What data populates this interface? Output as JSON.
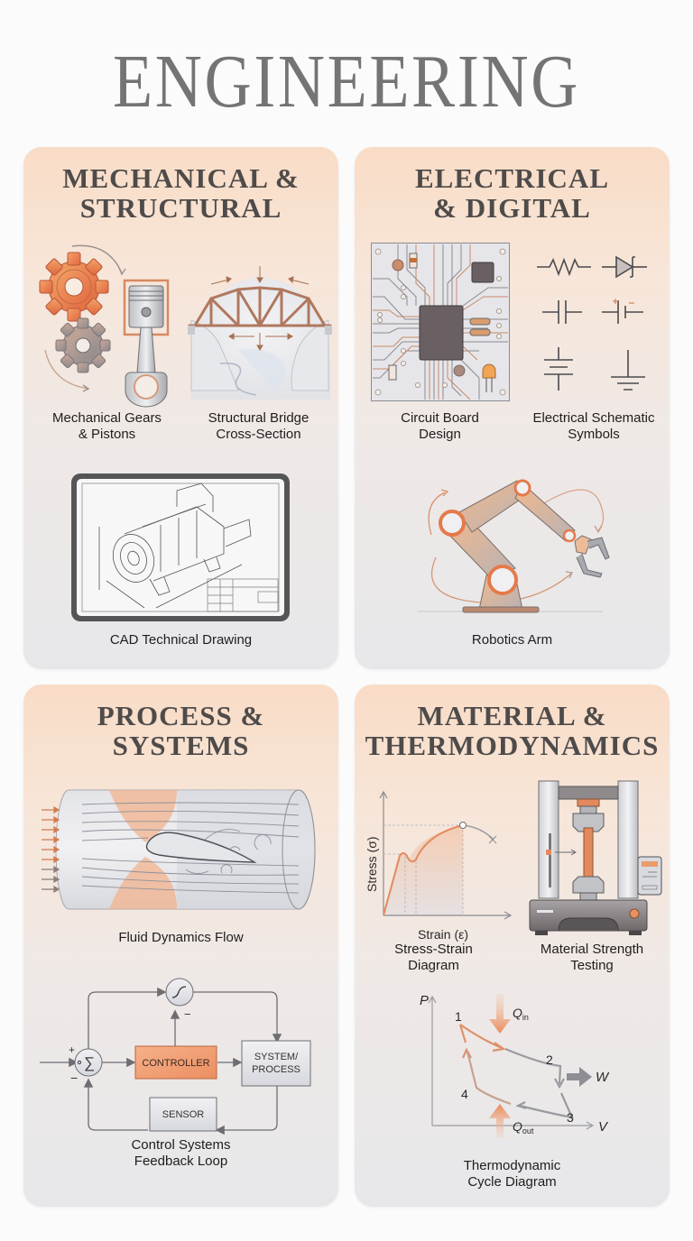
{
  "page": {
    "title": "ENGINEERING"
  },
  "colors": {
    "accent_orange": "#e8895a",
    "line_gray": "#7a7a80",
    "title_gray": "#747476",
    "card_top": "#f9dcc6",
    "card_bottom": "#e7e7ea"
  },
  "sections": [
    {
      "title": "MECHANICAL &\nSTRUCTURAL",
      "items": [
        {
          "caption": "Mechanical Gears\n& Pistons",
          "icon": "gears-piston-icon"
        },
        {
          "caption": "Structural Bridge\nCross-Section",
          "icon": "truss-bridge-icon"
        },
        {
          "caption": "CAD Technical Drawing",
          "icon": "cad-tablet-icon"
        }
      ]
    },
    {
      "title": "ELECTRICAL\n& DIGITAL",
      "items": [
        {
          "caption": "Circuit Board\nDesign",
          "icon": "circuit-board-icon"
        },
        {
          "caption": "Electrical Schematic\nSymbols",
          "icon": "schematic-symbols-icon"
        },
        {
          "caption": "Robotics Arm",
          "icon": "robot-arm-icon"
        }
      ]
    },
    {
      "title": "PROCESS &\nSYSTEMS",
      "items": [
        {
          "caption": "Fluid Dynamics Flow",
          "icon": "fluid-flow-icon"
        },
        {
          "caption": "Control Systems\nFeedback Loop",
          "icon": "feedback-loop-icon"
        }
      ],
      "control_loop": {
        "controller": "CONTROLLER",
        "system_line1": "SYSTEM/",
        "system_line2": "PROCESS",
        "sensor": "SENSOR",
        "sum_symbol": "∑",
        "plus": "+",
        "minus": "−"
      }
    },
    {
      "title": "MATERIAL &\nTHERMODYNAMICS",
      "items": [
        {
          "caption": "Stress-Strain\nDiagram",
          "icon": "stress-strain-chart-icon"
        },
        {
          "caption": "Material Strength\nTesting",
          "icon": "tensile-tester-icon"
        },
        {
          "caption": "Thermodynamic\nCycle Diagram",
          "icon": "pv-cycle-icon"
        }
      ],
      "stress_strain": {
        "ylabel": "Stress (σ)",
        "xlabel": "Strain (ε)"
      },
      "pv_cycle": {
        "p_axis": "P",
        "v_axis": "V",
        "points": [
          "1",
          "2",
          "3",
          "4"
        ],
        "q_in": "Q",
        "q_in_sub": "in",
        "q_out": "Q",
        "q_out_sub": "out",
        "work": "W"
      }
    }
  ]
}
